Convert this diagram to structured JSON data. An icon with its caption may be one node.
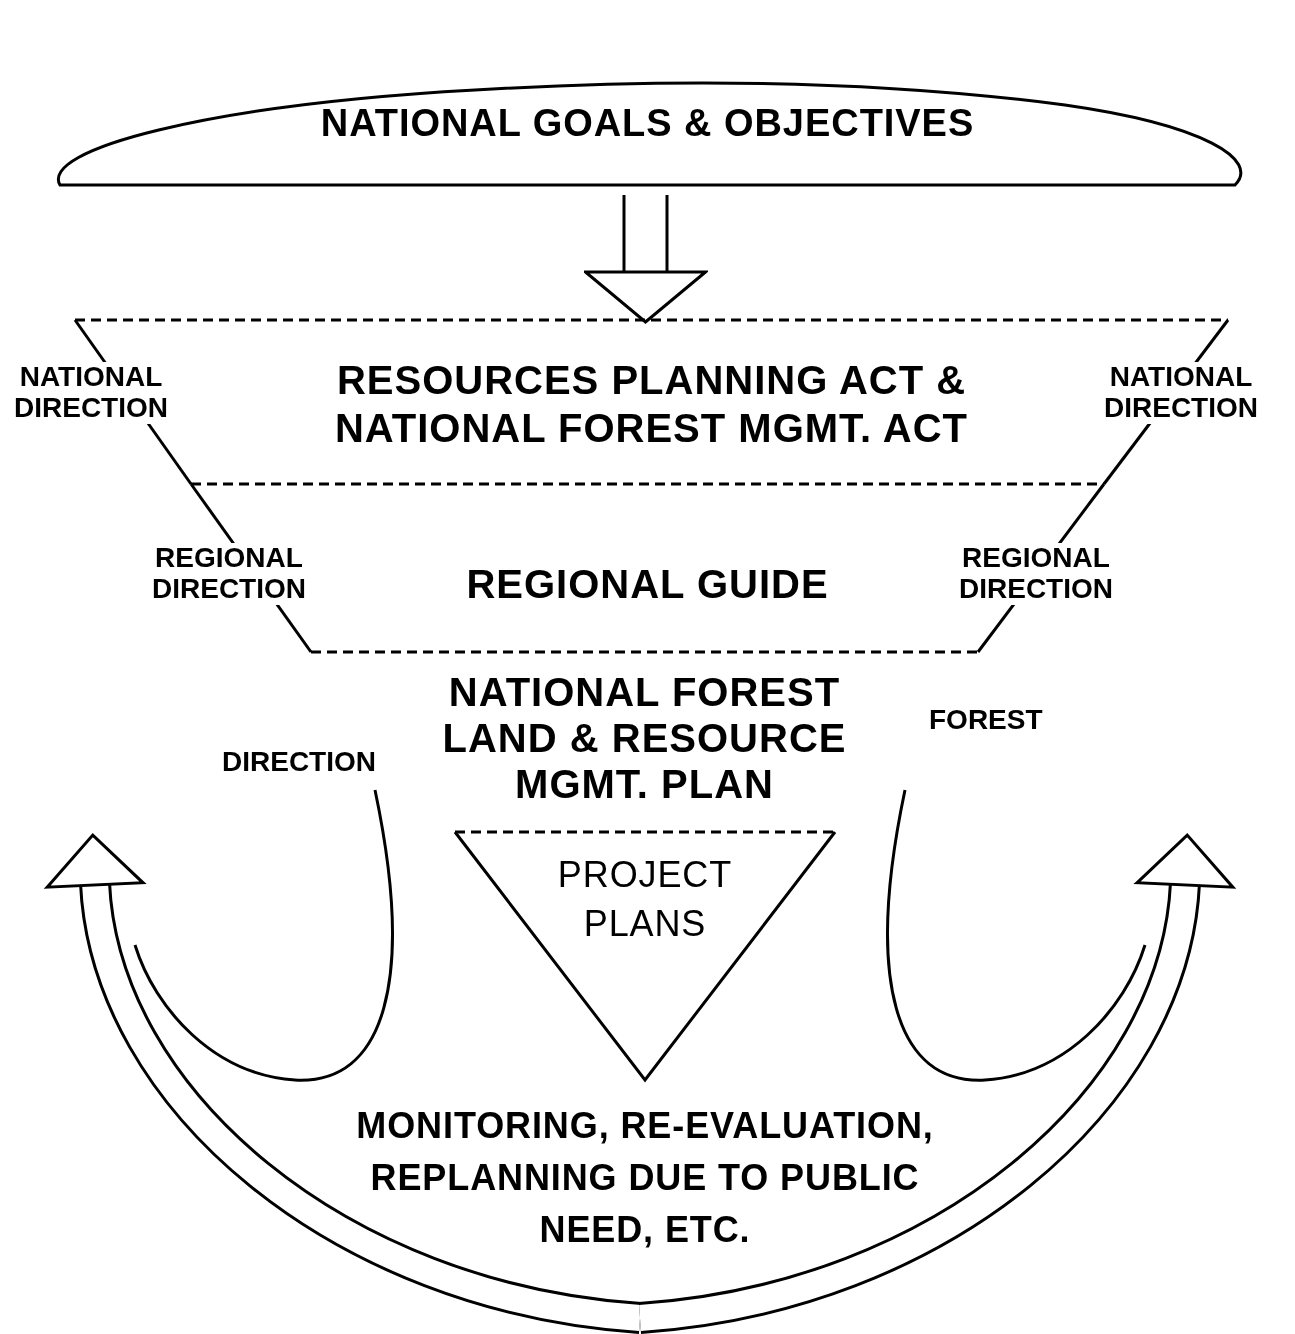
{
  "diagram": {
    "nodes": [
      {
        "text": [
          "NATIONAL GOALS & OBJECTIVES"
        ]
      },
      {
        "text": [
          "RESOURCES PLANNING ACT & NATIONAL FOREST MGMT. ACT"
        ]
      },
      {
        "text": [
          "REGIONAL GUIDE"
        ]
      },
      {
        "text": [
          "NATIONAL FOREST LAND & RESOURCE MGMT. PLAN"
        ]
      },
      {
        "text": [
          "PROJECT PLANS"
        ]
      },
      {
        "text": [
          "MONITORING, RE-EVALUATION, REPLANNING DUE TO PUBLIC NEED, ETC."
        ]
      }
    ],
    "edges": [
      {
        "from": 0,
        "to": 1,
        "arrow": "to"
      },
      {
        "from": 5,
        "to": null,
        "arrow": "to"
      },
      {
        "from": 5,
        "to": null,
        "arrow": "to"
      }
    ],
    "labels": [
      "NATIONAL DIRECTION",
      "NATIONAL DIRECTION",
      "REGIONAL DIRECTION",
      "REGIONAL DIRECTION",
      "FOREST",
      "DIRECTION"
    ]
  }
}
